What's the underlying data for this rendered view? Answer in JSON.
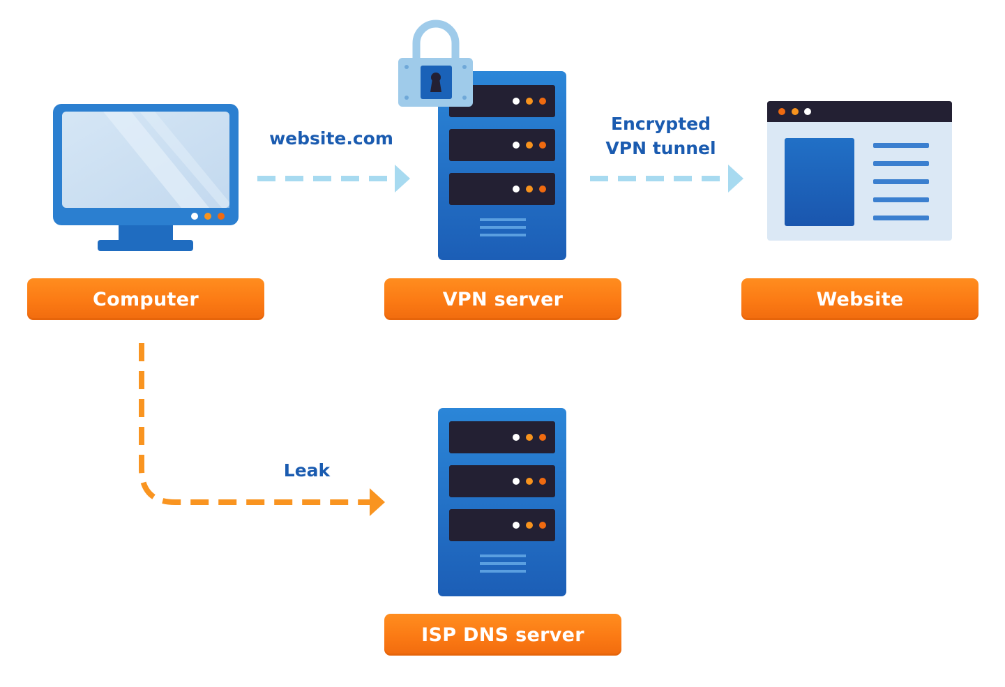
{
  "nodes": {
    "computer": {
      "label": "Computer"
    },
    "vpn_server": {
      "label": "VPN server"
    },
    "website": {
      "label": "Website"
    },
    "isp_dns_server": {
      "label": "ISP DNS server"
    }
  },
  "edges": {
    "request": {
      "label": "website.com"
    },
    "tunnel": {
      "label_line1": "Encrypted",
      "label_line2": "VPN tunnel"
    },
    "leak": {
      "label": "Leak"
    }
  },
  "icons": {
    "computer": "monitor-icon",
    "vpn_server": "server-rack-icon",
    "lock": "padlock-icon",
    "website": "browser-window-icon",
    "isp_dns_server": "server-rack-icon"
  },
  "colors": {
    "label_orange": "#fb7a14",
    "edge_text_blue": "#1a5bb0",
    "secure_arrow_light_blue": "#a7daf0",
    "leak_arrow_orange": "#f99420",
    "server_blue": "#1f73c8",
    "server_dark": "#232033",
    "monitor_blue": "#2b7fd0",
    "lock_light_blue": "#9fcbea"
  }
}
